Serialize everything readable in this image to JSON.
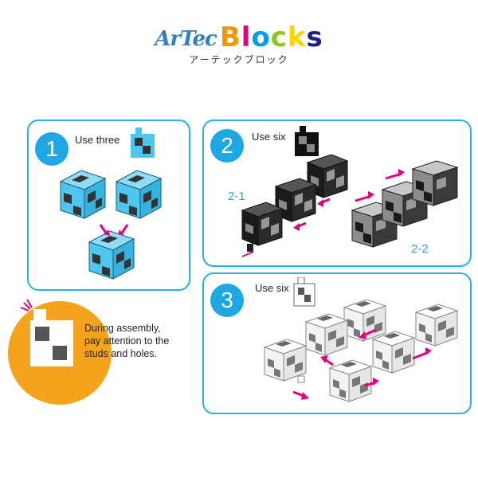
{
  "logo": {
    "brand": "ArTec",
    "word_letters": [
      {
        "ch": "B",
        "color": "#f29600"
      },
      {
        "ch": "l",
        "color": "#e5007f"
      },
      {
        "ch": "o",
        "color": "#00a0e9"
      },
      {
        "ch": "c",
        "color": "#8fc31f"
      },
      {
        "ch": "k",
        "color": "#ffd200"
      },
      {
        "ch": "s",
        "color": "#1d2088"
      }
    ],
    "subtitle": "アーテックブロック"
  },
  "steps": [
    {
      "number": "1",
      "text": "Use three",
      "block_color": "#4fc6ef"
    },
    {
      "number": "2",
      "text": "Use six",
      "block_color": "#111111",
      "sub_labels": [
        "2-1",
        "2-2"
      ]
    },
    {
      "number": "3",
      "text": "Use six",
      "block_color": "#ffffff"
    }
  ],
  "hint": {
    "text_lines": [
      "During assembly,",
      "pay attention to the",
      "studs and holes."
    ],
    "color": "#f5a21d"
  },
  "colors": {
    "accent": "#29b0e6",
    "arrow": "#e5007f",
    "cyan": "#4fc6ef",
    "dark": "#1a1a1a",
    "grey": "#8c8c8c"
  }
}
